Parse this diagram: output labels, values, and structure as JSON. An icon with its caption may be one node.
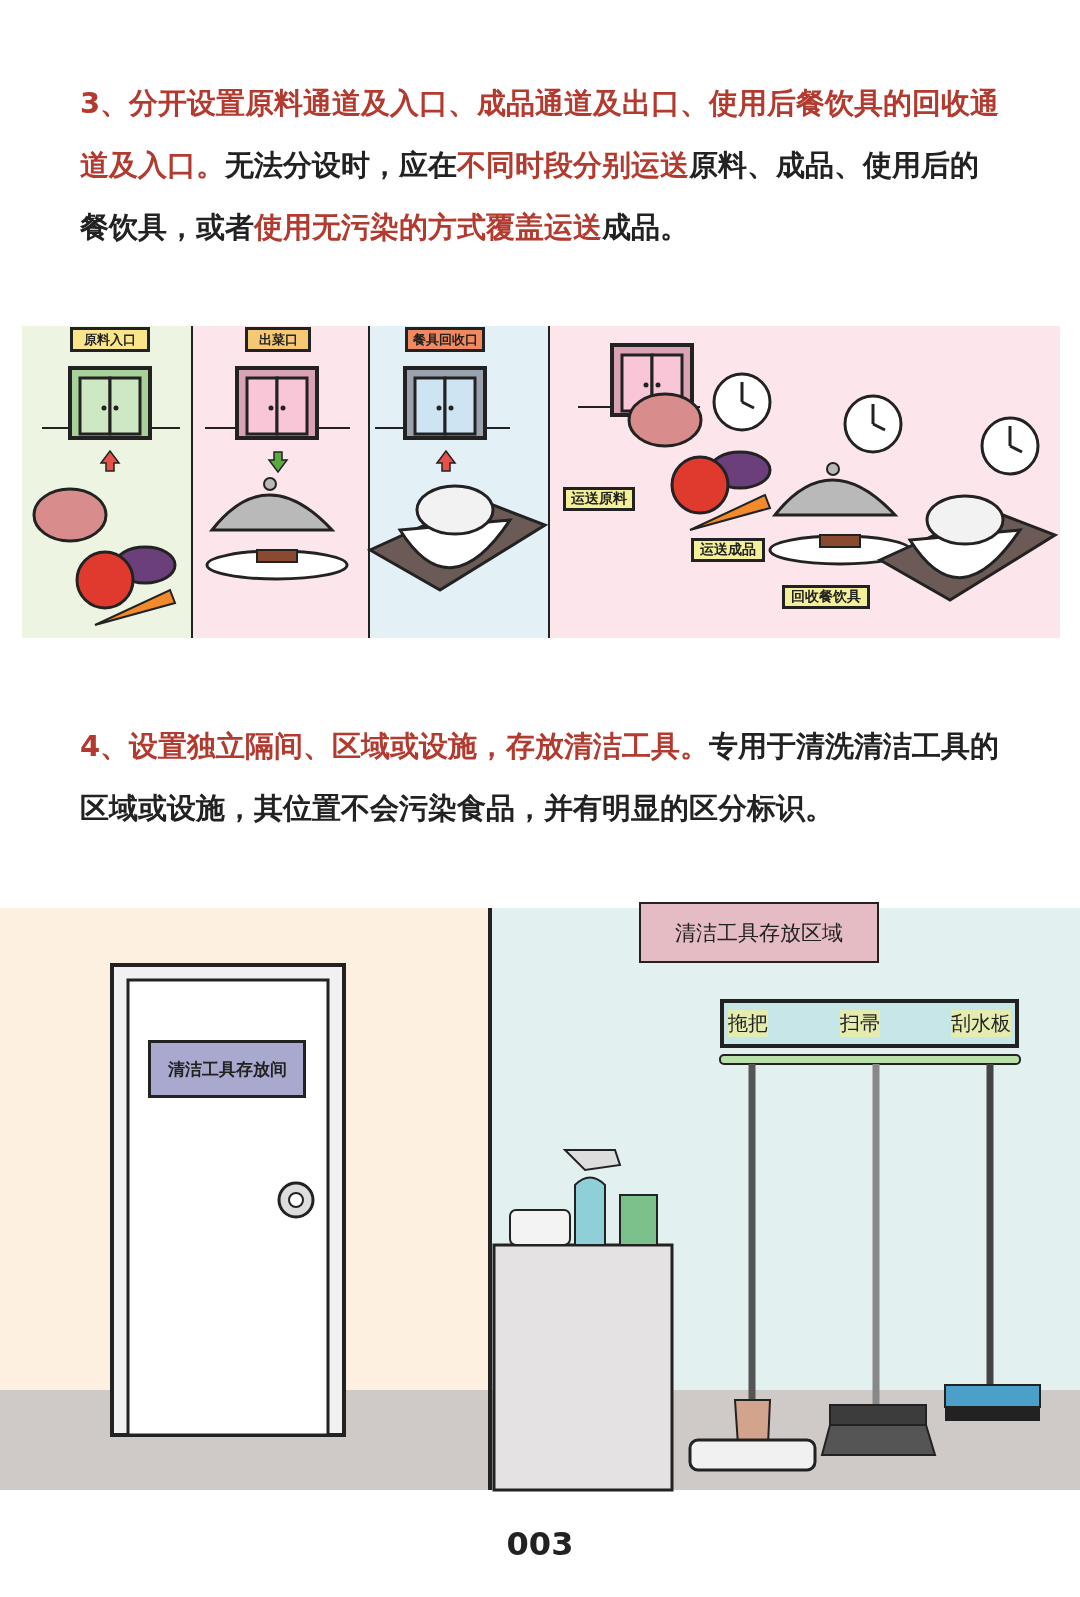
{
  "diagram": {
    "nodes": [
      {
        "text": [
          "原料入口"
        ]
      },
      {
        "text": [
          "出菜口"
        ]
      },
      {
        "text": [
          "餐具回收口"
        ]
      },
      {
        "text": [
          "运送原料"
        ]
      },
      {
        "text": [
          "运送成品"
        ]
      },
      {
        "text": [
          "回收餐饮具"
        ]
      },
      {
        "text": [
          "清洁工具存放区域"
        ]
      },
      {
        "text": [
          "清洁工具存放间"
        ]
      },
      {
        "text": [
          "拖把",
          "扫帚",
          "刮水板"
        ]
      }
    ],
    "edges": [],
    "labels": [
      "**3、分开设置原料通道及入口、成品通道及出口、使用后餐饮具的回收通道及入口。**无法分设时，应在**不同时段分别运送**原料、成品、使用后的餐饮具，或者**使用无污染的方式覆盖运送**成品。",
      "**4、设置独立隔间、区域或设施，存放清洁工具。**专用于清洗清洁工具的区域或设施，其位置不会污染食品，并有明显的区分标识。",
      "003"
    ]
  }
}
